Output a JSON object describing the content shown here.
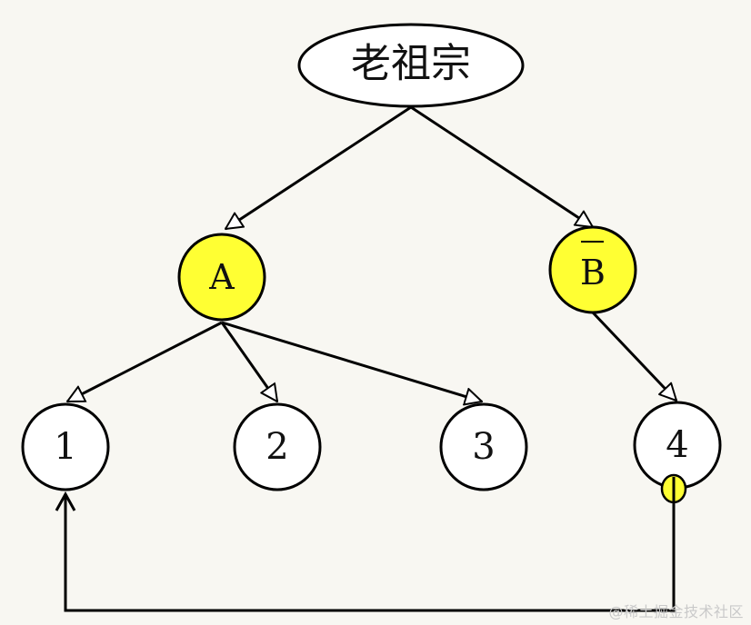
{
  "nodes": {
    "root": "老祖宗",
    "a": "A",
    "b": "B",
    "n1": "1",
    "n2": "2",
    "n3": "3",
    "n4": "4"
  },
  "colors": {
    "highlight_fill": "#ffff33",
    "node_fill": "#ffffff",
    "stroke": "#000000",
    "background": "#f8f7f2"
  },
  "watermark": "@稀土掘金技术社区"
}
